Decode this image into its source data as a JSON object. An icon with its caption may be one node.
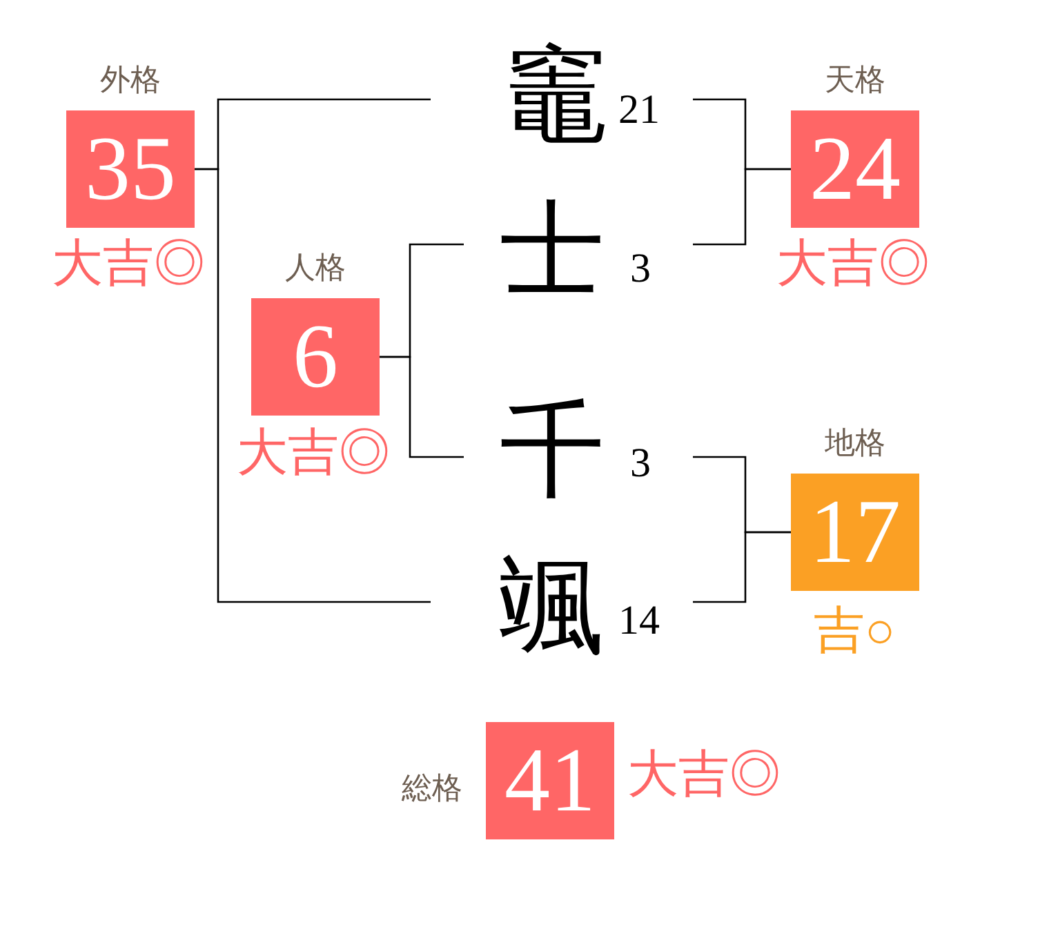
{
  "diagram": {
    "nodes": [
      {
        "text": [
          "外格",
          "35"
        ],
        "beside": [
          "大吉◎"
        ]
      },
      {
        "text": [
          "竈"
        ],
        "beside": [
          "21"
        ]
      },
      {
        "text": [
          "天格",
          "24"
        ],
        "beside": [
          "大吉◎"
        ]
      },
      {
        "text": [
          "人格",
          "6"
        ],
        "beside": [
          "大吉◎"
        ]
      },
      {
        "text": [
          "士"
        ],
        "beside": [
          "3"
        ]
      },
      {
        "text": [
          "千"
        ],
        "beside": [
          "3"
        ]
      },
      {
        "text": [
          "地格",
          "17"
        ],
        "beside": [
          "吉○"
        ]
      },
      {
        "text": [
          "颯"
        ],
        "beside": [
          "14"
        ]
      },
      {
        "text": [
          "総格",
          "41"
        ],
        "beside": [
          "大吉◎"
        ]
      }
    ],
    "edges": [
      {
        "from": 1,
        "to": 0,
        "arrow": "none"
      },
      {
        "from": 7,
        "to": 0,
        "arrow": "none"
      },
      {
        "from": 1,
        "to": 2,
        "arrow": "none"
      },
      {
        "from": 4,
        "to": 2,
        "arrow": "none"
      },
      {
        "from": 4,
        "to": 3,
        "arrow": "none"
      },
      {
        "from": 5,
        "to": 3,
        "arrow": "none"
      },
      {
        "from": 5,
        "to": 6,
        "arrow": "none"
      },
      {
        "from": 7,
        "to": 6,
        "arrow": "none"
      }
    ]
  }
}
